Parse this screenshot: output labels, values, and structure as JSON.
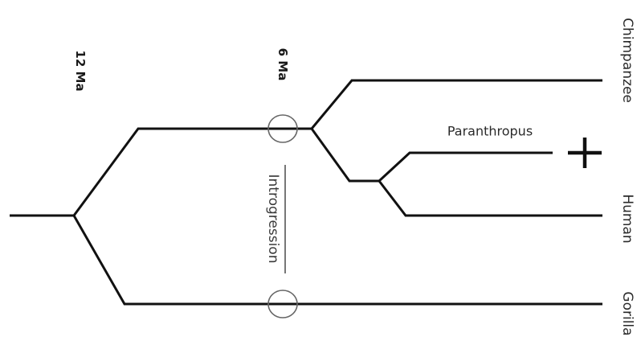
{
  "time_labels": {
    "t12": "12 Ma",
    "t6": "6 Ma"
  },
  "annotation": {
    "introgression": "Introgression"
  },
  "taxa": {
    "chimpanzee": "Chimpanzee",
    "paranthropus": "Paranthropus",
    "human": "Human",
    "gorilla": "Gorilla"
  },
  "icons": {
    "extinct": "extinct-cross-icon"
  },
  "colors": {
    "branch": "#111111",
    "marker": "#666666",
    "text": "#2a2a2a"
  }
}
